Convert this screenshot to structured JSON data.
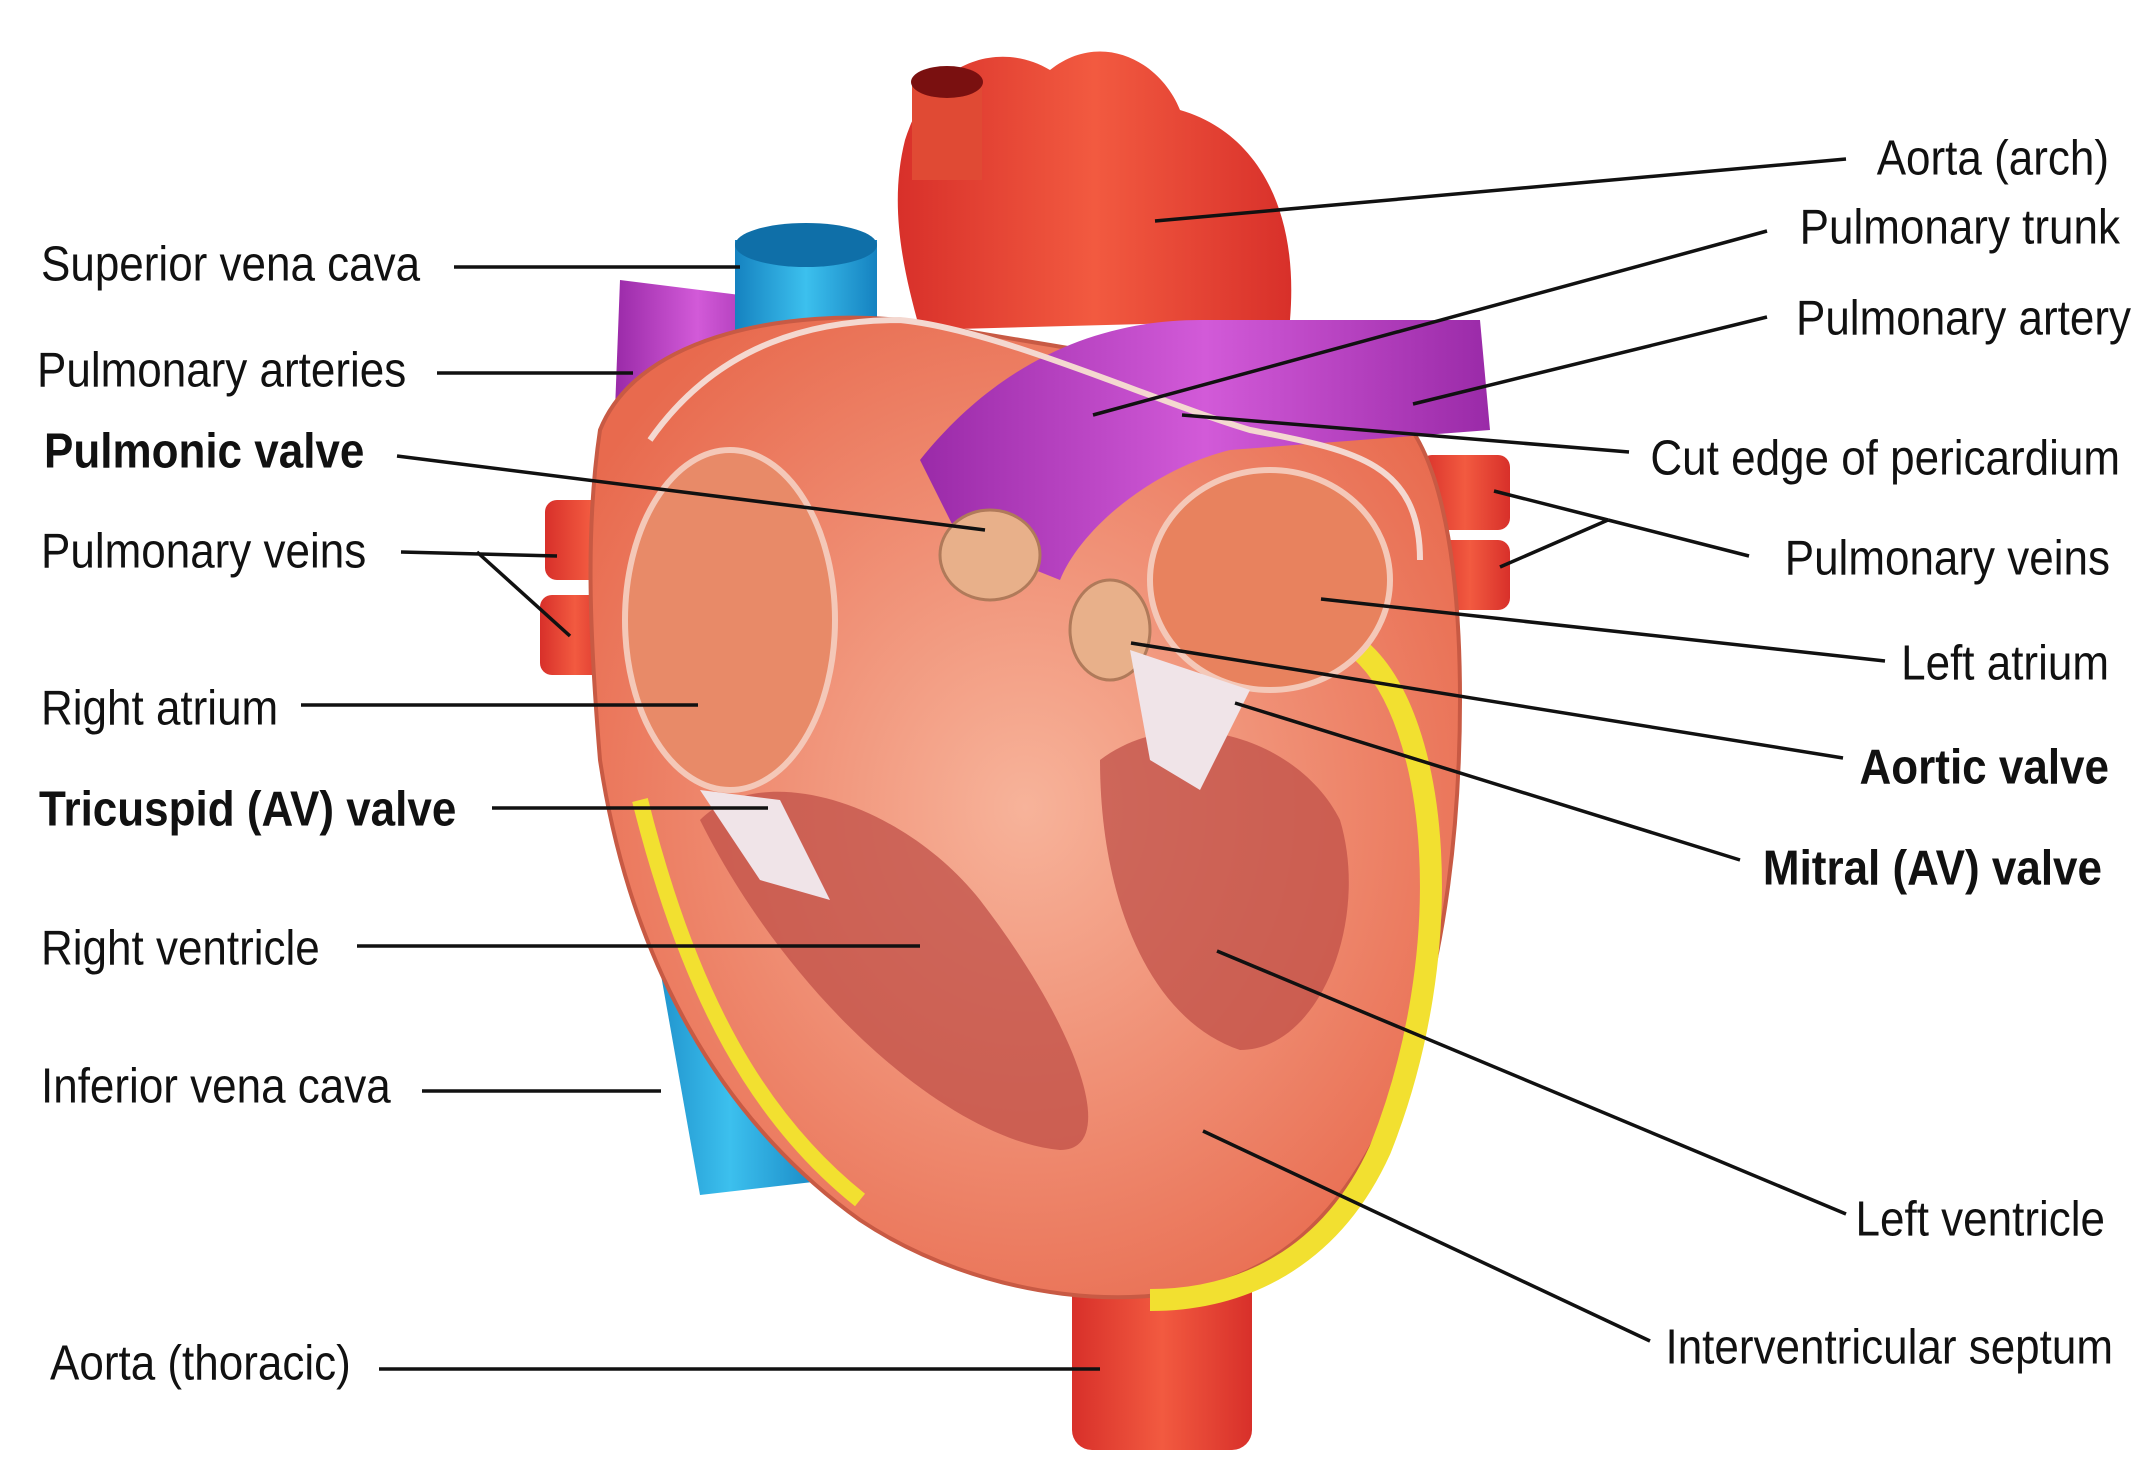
{
  "left_labels": [
    {
      "text": "Superior vena cava",
      "bold": false
    },
    {
      "text": "Pulmonary arteries",
      "bold": false
    },
    {
      "text": "Pulmonic valve",
      "bold": true
    },
    {
      "text": "Pulmonary veins",
      "bold": false
    },
    {
      "text": "Right atrium",
      "bold": false
    },
    {
      "text": "Tricuspid (AV) valve",
      "bold": true
    },
    {
      "text": "Right ventricle",
      "bold": false
    },
    {
      "text": "Inferior vena cava",
      "bold": false
    },
    {
      "text": "Aorta (thoracic)",
      "bold": false
    }
  ],
  "right_labels": [
    {
      "text": "Aorta (arch)",
      "bold": false
    },
    {
      "text": "Pulmonary trunk",
      "bold": false
    },
    {
      "text": "Pulmonary artery",
      "bold": false
    },
    {
      "text": "Cut edge of pericardium",
      "bold": false
    },
    {
      "text": "Pulmonary veins",
      "bold": false
    },
    {
      "text": "Left atrium",
      "bold": false
    },
    {
      "text": "Aortic valve",
      "bold": true
    },
    {
      "text": "Mitral (AV) valve",
      "bold": true
    },
    {
      "text": "Left ventricle",
      "bold": false
    },
    {
      "text": "Interventricular septum",
      "bold": false
    }
  ],
  "colors": {
    "artery": "#e8402e",
    "vein": "#1aa0d8",
    "pulmonary": "#b43cc0",
    "muscle": "#f08a6a",
    "fat": "#f2e030"
  }
}
